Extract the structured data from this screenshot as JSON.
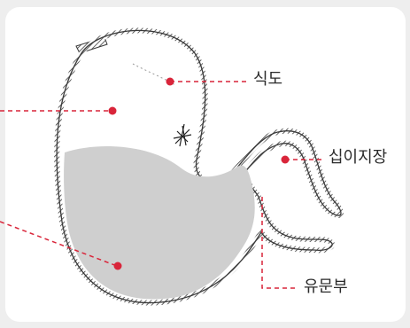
{
  "labels": {
    "esophagus": "식도",
    "duodenum": "십이지장",
    "pylorus": "유문부"
  },
  "colors": {
    "background": "#eeeeee",
    "panel": "#ffffff",
    "leader_line": "#d9253a",
    "stomach_wall": "#3a3a3a",
    "contents_fill": "#cfcfcf",
    "label_text": "#2a2a2a"
  }
}
